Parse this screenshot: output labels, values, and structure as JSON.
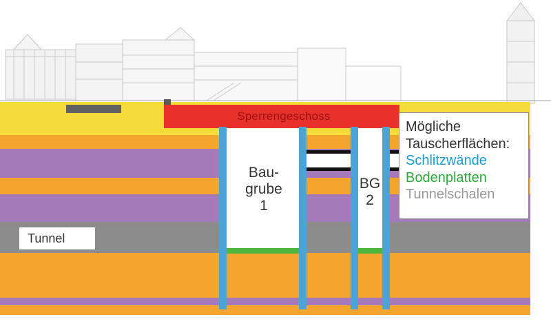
{
  "labels": {
    "slab": "Sperrengeschoss",
    "pit1": "Bau-\ngrube\n1",
    "pit2": "BG\n2",
    "tunnel": "Tunnel"
  },
  "legend": {
    "title_line1": "Mögliche",
    "title_line2": "Tauscherflächen:",
    "items": [
      {
        "label": "Schlitzwände",
        "color": "#1a9bd6"
      },
      {
        "label": "Bodenplatten",
        "color": "#2eaa3a"
      },
      {
        "label": "Tunnelschalen",
        "color": "#9a9a9a"
      }
    ]
  },
  "colors": {
    "topsoil": "#f5dc3a",
    "soil_orange": "#f4a52e",
    "soil_purple": "#a679bb",
    "tunnel": "#8c8c8c",
    "slab": "#e8312b",
    "diaphragm_wall": "#4ba3d6",
    "base_slab": "#4fb63d"
  }
}
